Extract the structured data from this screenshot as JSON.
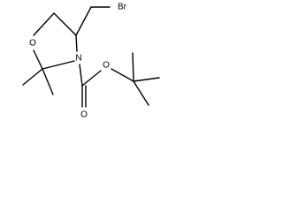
{
  "molecule": {
    "atoms": {
      "bromine": "Br",
      "ring_oxygen": "O",
      "ring_nitrogen": "N",
      "carbonyl_oxygen": "O",
      "ester_oxygen": "O"
    },
    "bond_color": "#000000"
  }
}
